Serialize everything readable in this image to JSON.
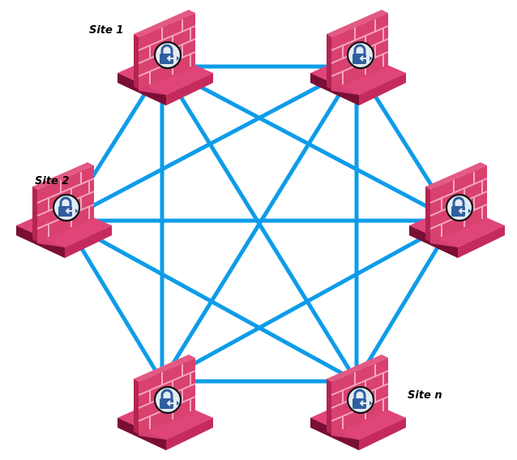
{
  "diagram": {
    "type": "full-mesh-vpn",
    "colors": {
      "link": "#0e9cea",
      "wall_front": "#d9416f",
      "wall_side": "#b42552",
      "wall_top": "#e25a84",
      "mortar": "#f4a7c0",
      "base_top": "#e0457a",
      "base_front": "#c42b5c",
      "base_dark": "#7a0f35",
      "badge_fill": "#e4ebf5",
      "badge_border": "#111111",
      "lock": "#2f5fa0"
    },
    "nodes": [
      {
        "id": "site-1",
        "label": "Site 1",
        "icon": "firewall-vpn-lock-icon"
      },
      {
        "id": "site-top-right",
        "label": "",
        "icon": "firewall-vpn-lock-icon"
      },
      {
        "id": "site-2",
        "label": "Site 2",
        "icon": "firewall-vpn-lock-icon"
      },
      {
        "id": "site-right",
        "label": "",
        "icon": "firewall-vpn-lock-icon"
      },
      {
        "id": "site-bottom-left",
        "label": "",
        "icon": "firewall-vpn-lock-icon"
      },
      {
        "id": "site-n",
        "label": "Site n",
        "icon": "firewall-vpn-lock-icon"
      }
    ],
    "links": [
      [
        "site-1",
        "site-top-right"
      ],
      [
        "site-1",
        "site-2"
      ],
      [
        "site-1",
        "site-right"
      ],
      [
        "site-1",
        "site-bottom-left"
      ],
      [
        "site-1",
        "site-n"
      ],
      [
        "site-top-right",
        "site-2"
      ],
      [
        "site-top-right",
        "site-right"
      ],
      [
        "site-top-right",
        "site-bottom-left"
      ],
      [
        "site-top-right",
        "site-n"
      ],
      [
        "site-2",
        "site-right"
      ],
      [
        "site-2",
        "site-bottom-left"
      ],
      [
        "site-2",
        "site-n"
      ],
      [
        "site-right",
        "site-bottom-left"
      ],
      [
        "site-right",
        "site-n"
      ],
      [
        "site-bottom-left",
        "site-n"
      ]
    ]
  }
}
